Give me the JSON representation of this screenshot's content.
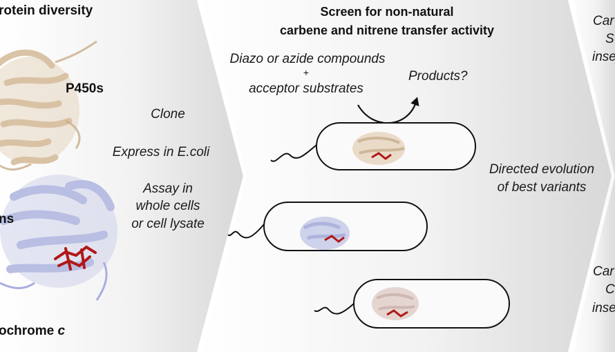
{
  "left_panel": {
    "title": "rotein diversity",
    "p450_label": "P450s",
    "globin_label_fragment": "ns",
    "cytochrome_label_main": "ochrome ",
    "cytochrome_label_italic": "c"
  },
  "arrow1": {
    "steps": [
      "Clone",
      "Express in E.coli",
      "Assay in",
      "whole cells",
      "or cell lysate"
    ]
  },
  "middle_panel": {
    "title_line1": "Screen for non-natural",
    "title_line2": "carbene and nitrene transfer activity",
    "reagents_line1": "Diazo or azide compounds",
    "plus": "+",
    "reagents_line2": "acceptor substrates",
    "products": "Products?"
  },
  "arrow2": {
    "line1": "Directed evolution",
    "line2": "of best variants"
  },
  "right_panel": {
    "top": [
      "Car",
      "S",
      "inse"
    ],
    "bottom": [
      "Car",
      "C",
      "inse"
    ]
  },
  "colors": {
    "p450": "#e6d5bf",
    "globin": "#c9cde8",
    "cytc": "#e3d3cf",
    "heme": "#b01818",
    "arrow_light": "#f7f7f7",
    "arrow_dark": "#dcdcdc"
  }
}
